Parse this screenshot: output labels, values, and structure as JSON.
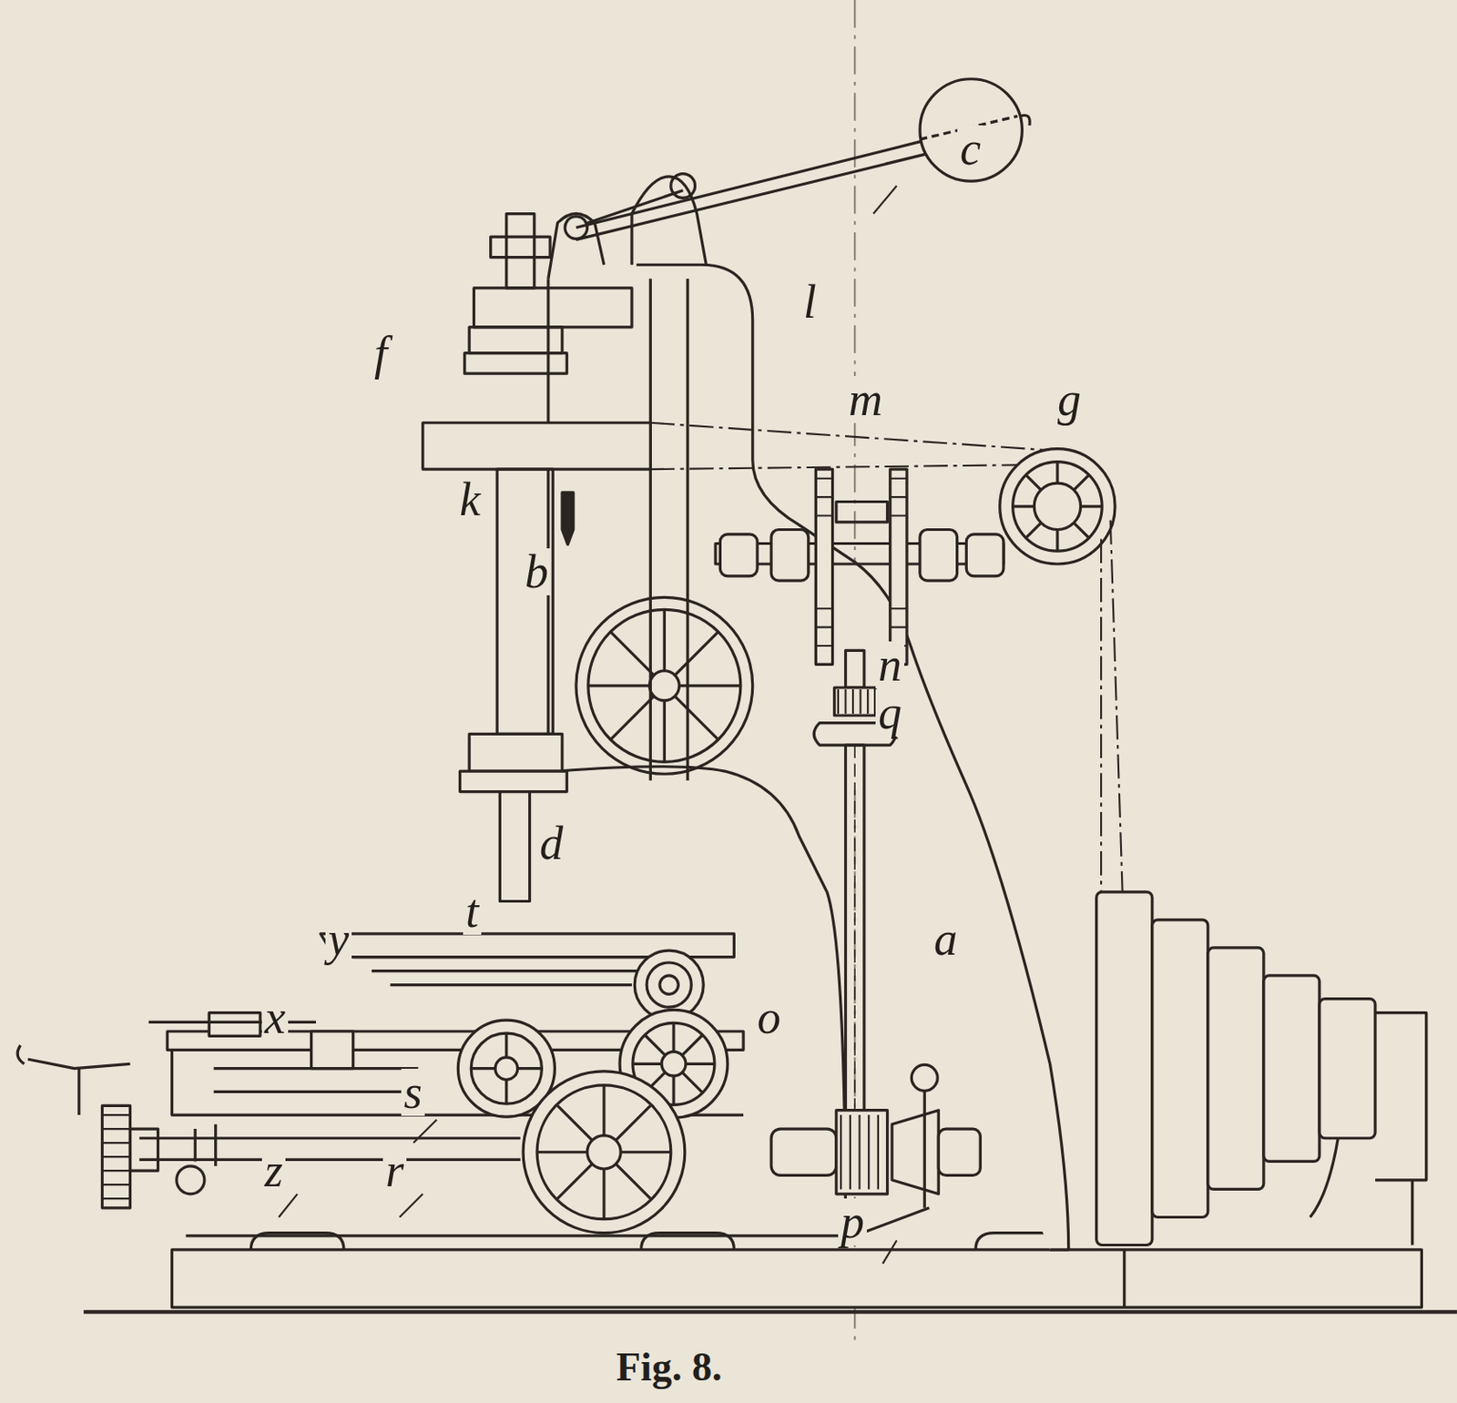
{
  "diagram": {
    "caption": "Fig. 8.",
    "labels": [
      "c",
      "f",
      "l",
      "m",
      "g",
      "k",
      "b",
      "n",
      "q",
      "d",
      "t",
      "y",
      "a",
      "x",
      "o",
      "s",
      "z",
      "r",
      "p"
    ]
  }
}
